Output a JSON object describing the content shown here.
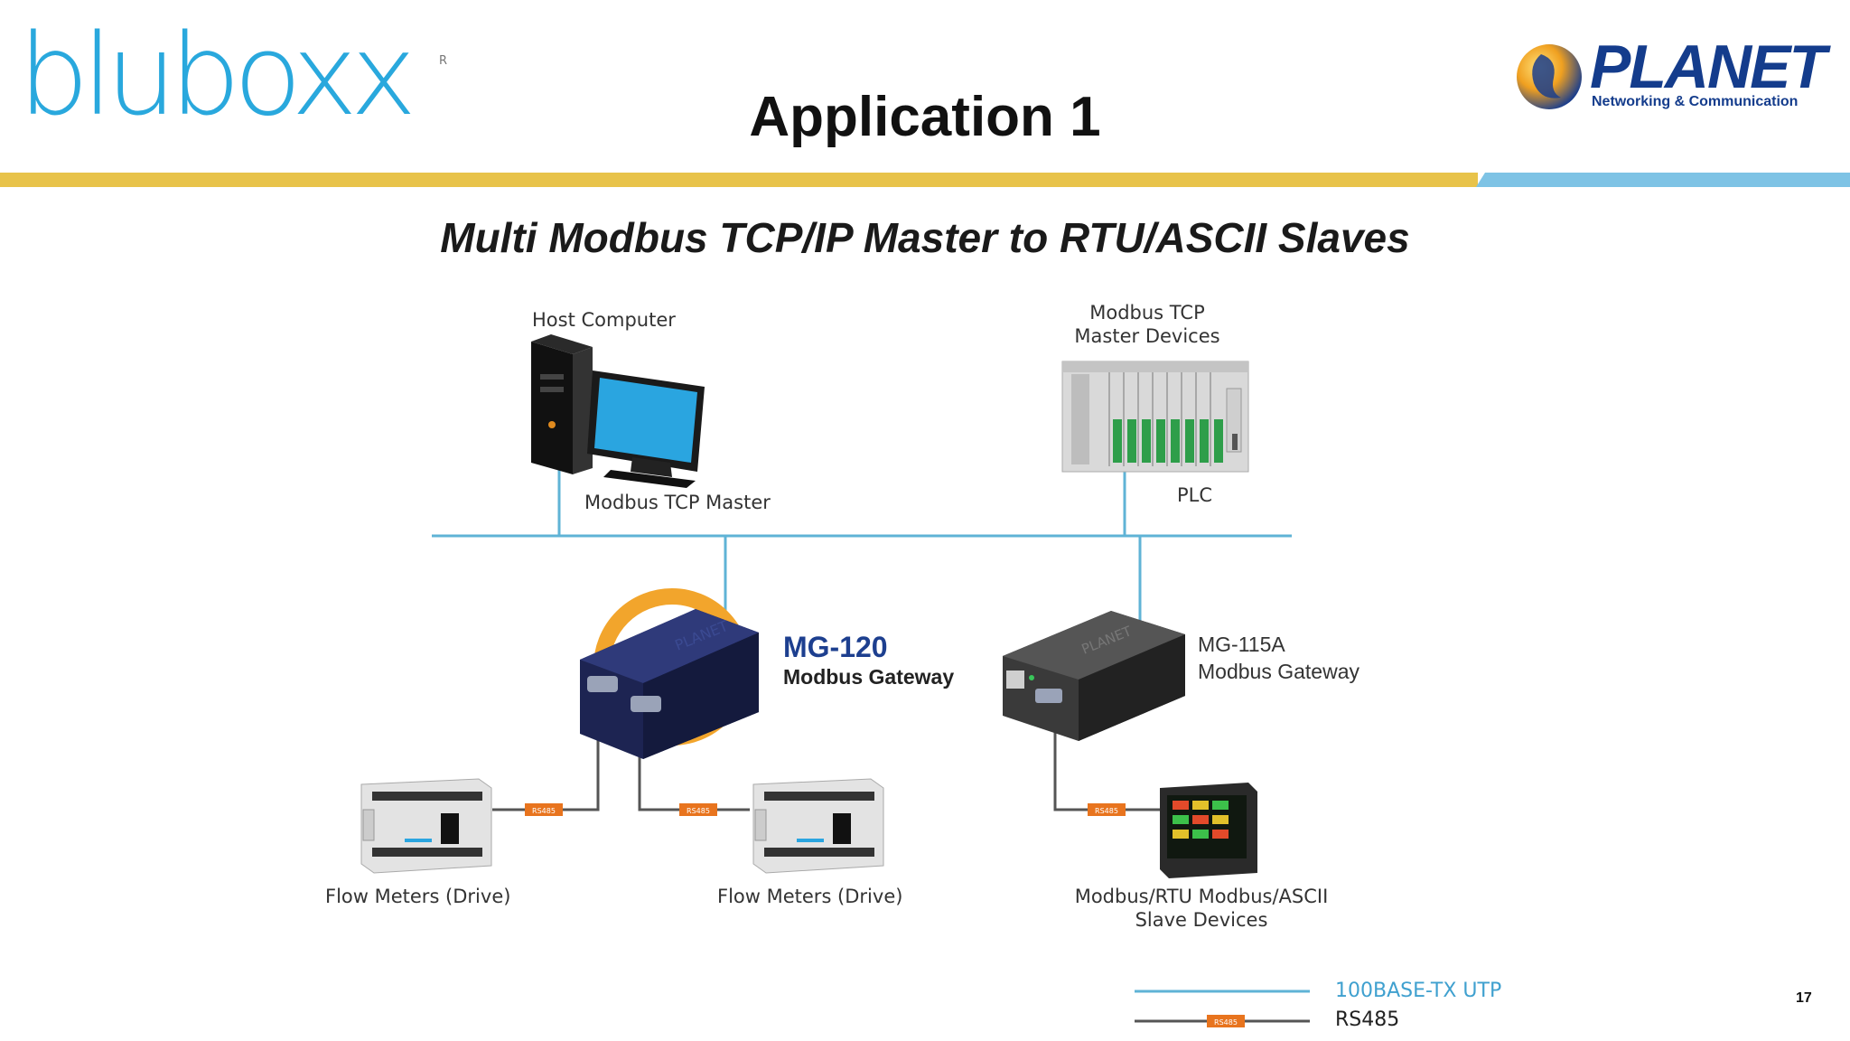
{
  "brand": {
    "logo": "bluboxx",
    "logo_reg": "R",
    "planet": "PLANET",
    "planet_tagline": "Networking & Communication"
  },
  "slide": {
    "title": "Application 1",
    "page_number": "17"
  },
  "diagram": {
    "title": "Multi Modbus TCP/IP Master to RTU/ASCII Slaves",
    "host_label": "Host Computer",
    "host_role": "Modbus TCP Master",
    "master_devices_line1": "Modbus TCP",
    "master_devices_line2": "Master Devices",
    "plc_label": "PLC",
    "mg120_name": "MG-120",
    "mg120_desc": "Modbus Gateway",
    "mg115_name": "MG-115A",
    "mg115_desc": "Modbus Gateway",
    "flow1_label": "Flow Meters (Drive)",
    "flow2_label": "Flow Meters (Drive)",
    "slave_line1": "Modbus/RTU Modbus/ASCII",
    "slave_line2": "Slave Devices",
    "rs485_tag": "RS485",
    "device_brand": "PLANET"
  },
  "legend": {
    "utp_label": "100BASE-TX UTP",
    "rs485_label": "RS485",
    "utp_color": "#5fb3d6",
    "rs485_color": "#555555"
  },
  "colors": {
    "accent_yellow": "#e8c34a",
    "accent_blue": "#7ec3e5",
    "tag_orange": "#e8741e"
  }
}
